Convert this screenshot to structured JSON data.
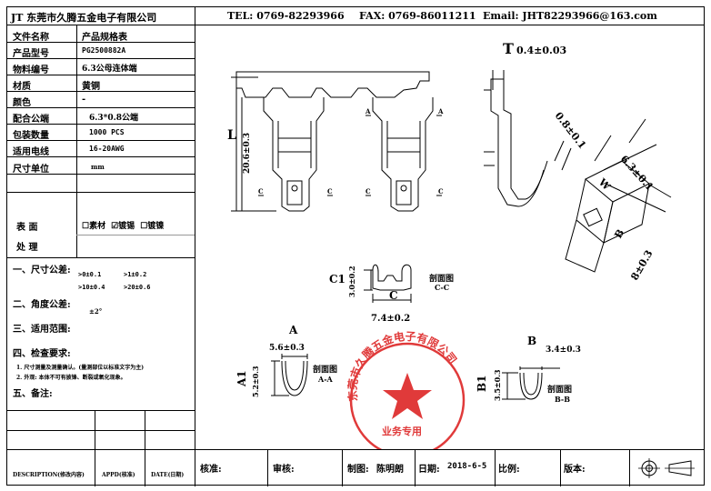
{
  "company": "JT 东莞市久腾五金电子有限公司",
  "header": {
    "tel": "TEL: 0769-82293966",
    "fax": "FAX: 0769-86011211",
    "email": "Email: JHT82293966@163.com"
  },
  "spec": {
    "rows": [
      {
        "label": "文件名称",
        "value": "产品规格表"
      },
      {
        "label": "产品型号",
        "value": "PG2500882A"
      },
      {
        "label": "物料编号",
        "value": "6.3公母连体端"
      },
      {
        "label": "材质",
        "value": "黄铜"
      },
      {
        "label": "颜色",
        "value": "-"
      },
      {
        "label": "配合公端",
        "value": "6.3*0.8公端"
      },
      {
        "label": "包装数量",
        "value": "1000 PCS"
      },
      {
        "label": "适用电线",
        "value": "16-20AWG"
      },
      {
        "label": "尺寸单位",
        "value": "mm"
      }
    ],
    "surface_label_1": "表  面",
    "surface_label_2": "处  理",
    "surface_options": [
      {
        "label": "素材",
        "checked": false
      },
      {
        "label": "镀锡",
        "checked": true
      },
      {
        "label": "镀镍",
        "checked": false
      }
    ]
  },
  "notes": {
    "tolerance_title": "一、尺寸公差:",
    "tolerance_values": [
      ">0±0.1",
      ">1±0.2",
      ">10±0.4",
      ">20±0.6"
    ],
    "angle_title": "二、角度公差:",
    "angle_value": "±2°",
    "use_title": "三、适用范围:",
    "inspect_title": "四、检查要求:",
    "inspect_items": [
      "1. 尺寸测量及测量确认。(量测部位以标准文字为主)",
      "2. 外观: 本体不可有披锋、断裂或氧化现象。"
    ],
    "remark_title": "五、备注:"
  },
  "bottom_labels": {
    "description": "DESCRIPTION(修改内容)",
    "appd": "APPD(核准)",
    "date": "DATE(日期)"
  },
  "title_block": {
    "check": "核准:",
    "review": "审核:",
    "drawn_label": "制图:",
    "drawn_name": "陈明朗",
    "date_label": "日期:",
    "date_value": "2018-6-5",
    "scale": "比例:",
    "version": "版本:"
  },
  "dims": {
    "T": "T",
    "thickness": "0.4±0.03",
    "L": "L",
    "length": "20.6±0.3",
    "tab_thick": "0.8±0.1",
    "W": "W",
    "width": "6.3±0.1",
    "B": "B",
    "b_val": "8±0.3",
    "C1": "C1",
    "c_height": "3.0±0.2",
    "C": "C",
    "c_width": "7.4±0.2",
    "section_cc_1": "剖面图",
    "section_cc_2": "C-C",
    "A": "A",
    "a_width": "5.6±0.3",
    "A1": "A1",
    "a_height": "5.2±0.3",
    "section_aa_1": "剖面图",
    "section_aa_2": "A-A",
    "B_sec": "B",
    "b_width": "3.4±0.3",
    "B1": "B1",
    "b_height": "3.5±0.3",
    "section_bb_1": "剖面图",
    "section_bb_2": "B-B",
    "label_a": "A",
    "label_b": "B",
    "label_c": "C"
  },
  "stamp": {
    "top": "东莞市久腾五金电子有限公司",
    "bottom": "业务专用",
    "color": "#e03a3a"
  }
}
